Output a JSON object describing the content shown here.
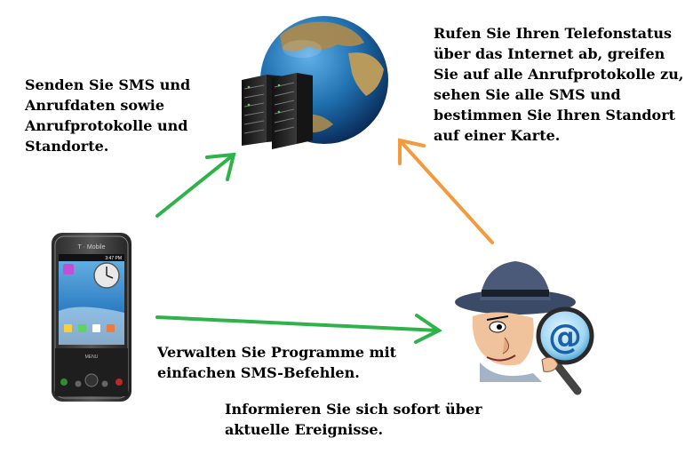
{
  "captions": {
    "send_line1": "Senden Sie SMS und",
    "send_line2": "Anrufdaten sowie",
    "send_line3": "Anrufprotokolle und",
    "send_line4": "Standorte.",
    "access_line1": "Rufen Sie Ihren Telefonstatus",
    "access_line2": "über das Internet ab, greifen",
    "access_line3": "Sie auf alle Anrufprotokolle zu,",
    "access_line4": "sehen Sie alle SMS und",
    "access_line5": "bestimmen Sie Ihren Standort",
    "access_line6": "auf einer Karte.",
    "manage_line1": "Verwalten Sie Programme mit",
    "manage_line2": "einfachen SMS-Befehlen.",
    "inform_line1": "Informieren Sie sich sofort über",
    "inform_line2": "aktuelle Ereignisse."
  },
  "phone": {
    "brand": "T · Mobile",
    "clock": "3:47 PM",
    "menu_label": "MENU"
  },
  "spy": {
    "symbol": "@"
  },
  "colors": {
    "arrow_green": "#2db34a",
    "arrow_orange": "#f39a3c",
    "ocean": "#1f6fae",
    "land": "#a8894f"
  }
}
